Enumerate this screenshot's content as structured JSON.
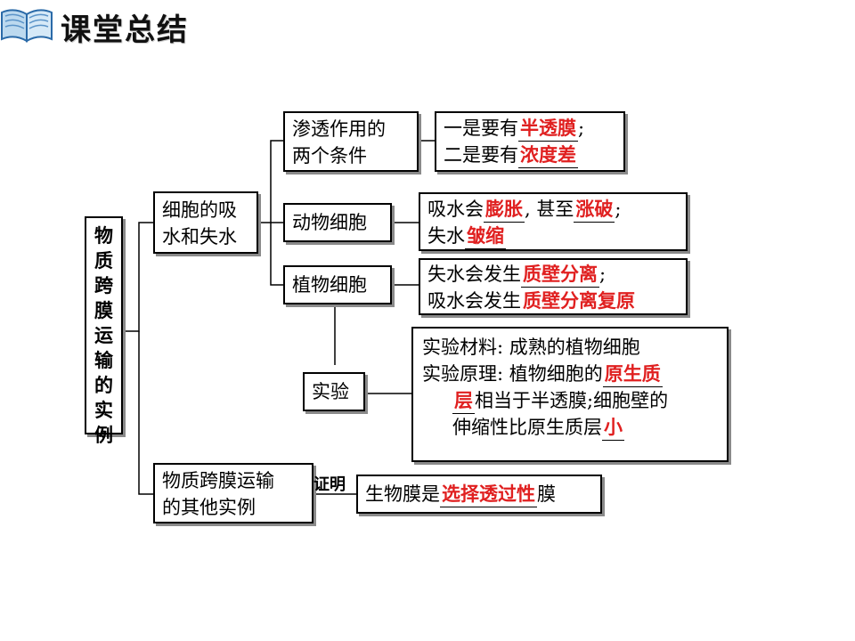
{
  "header": {
    "title": "课堂总结",
    "icon": "book-icon"
  },
  "diagram": {
    "root": "物质跨膜运输的实例",
    "branch1": {
      "line1": "细胞的吸",
      "line2": "水和失水"
    },
    "branch2": {
      "line1": "物质跨膜运输",
      "line2": "的其他实例"
    },
    "osmosis": {
      "line1": "渗透作用的",
      "line2": "两个条件",
      "cond1_prefix": "一是要有",
      "cond1_answer": "半透膜",
      "cond1_suffix": ";",
      "cond2_prefix": "二是要有",
      "cond2_answer": "浓度差"
    },
    "animal": {
      "label": "动物细胞",
      "l1_prefix": "吸水会",
      "l1_answer1": "膨胀",
      "l1_mid": ", 甚至",
      "l1_answer2": "涨破",
      "l1_suffix": ";",
      "l2_prefix": "失水",
      "l2_answer": "皱缩"
    },
    "plant": {
      "label": "植物细胞",
      "l1_prefix": "失水会发生",
      "l1_answer": "质壁分离",
      "l1_suffix": ";",
      "l2_prefix": "吸水会发生",
      "l2_answer": "质壁分离复原"
    },
    "experiment": {
      "label": "实验",
      "material": "实验材料: 成熟的植物细胞",
      "principle_prefix": "实验原理: 植物细胞的",
      "principle_answer_a": "原生质",
      "principle_answer_b": "层",
      "principle_mid": "相当于半透膜;细胞壁的",
      "principle_end_prefix": "伸缩性比原生质层",
      "principle_answer2": "小"
    },
    "proof_label": "证明",
    "membrane": {
      "prefix": "生物膜是",
      "answer": "选择透过性",
      "suffix": "膜"
    }
  }
}
